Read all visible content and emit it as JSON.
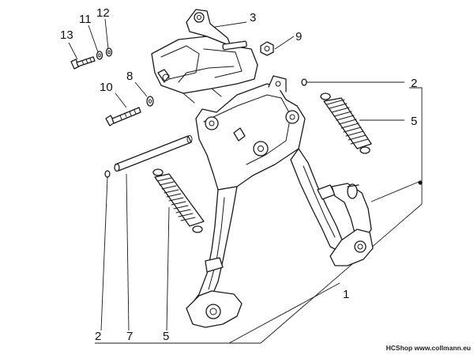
{
  "callouts": {
    "c1": "1",
    "c2_top": "2",
    "c2_bottom": "2",
    "c3": "3",
    "c5_top": "5",
    "c5_bottom": "5",
    "c7": "7",
    "c8": "8",
    "c9": "9",
    "c10": "10",
    "c11": "11",
    "c12": "12",
    "c13": "13"
  },
  "watermark": "HCShop www.collmann.eu",
  "colors": {
    "line": "#1a1a1a",
    "fill": "#ffffff",
    "text": "#111111"
  }
}
